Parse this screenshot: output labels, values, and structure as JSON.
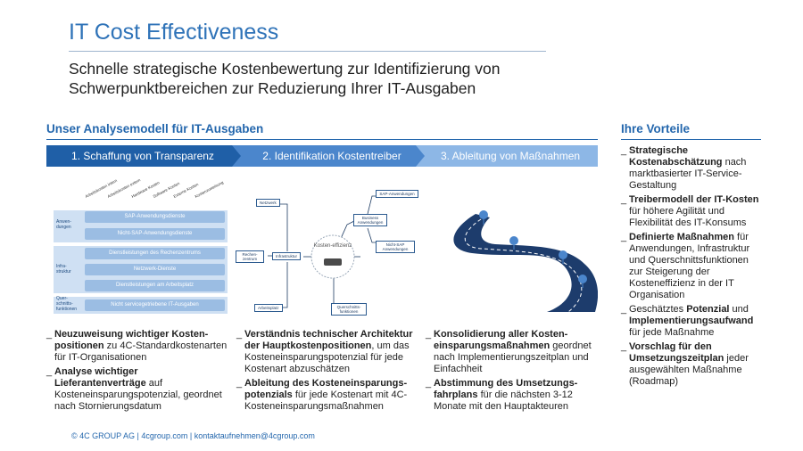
{
  "title": "IT Cost Effectiveness",
  "subtitle_line1": "Schnelle strategische Kostenbewertung zur Identifizierung von",
  "subtitle_line2": "Schwerpunktbereichen zur Reduzierung Ihrer IT-Ausgaben",
  "model_heading": "Unser Analysemodell für IT-Ausgaben",
  "benefits_heading": "Ihre Vorteile",
  "steps": [
    "1. Schaffung von Transparenz",
    "2. Identifikation Kostentreiber",
    "3. Ableitung von Maßnahmen"
  ],
  "colors": {
    "accent": "#2467ad",
    "step1": "#1f5fa7",
    "step2": "#4b86cc",
    "step3": "#8db7e6"
  },
  "diagram1": {
    "categories": [
      "Arbeitskosten intern",
      "Arbeitskosten extern",
      "Hardware Kosten",
      "Software Kosten",
      "Externe Kosten",
      "Kostenzuweisung"
    ],
    "groups": [
      "Anwen-dungen",
      "Infra-struktur",
      "Quer-schnitts-funktionen"
    ],
    "bars": [
      "SAP-Anwendungsdienste",
      "Nicht-SAP-Anwendungsdienste",
      "Dienstleistungen des Rechenzentrums",
      "Netzwerk-Dienste",
      "Dienstleistungen am Arbeitsplatz",
      "Nicht servicegetriebene IT-Ausgaben"
    ]
  },
  "diagram2": {
    "center": "Kosten-effizienz",
    "nodes": [
      "Netzwerk",
      "Rechen-zentrum",
      "Infrastruktur",
      "Arbeitsplatz",
      "Business Anwendungen",
      "SAP-Anwendungen",
      "Nicht-SAP Anwendungen",
      "Querschnitts-funktionen"
    ]
  },
  "col1": [
    {
      "bold": "Neuzuweisung wichtiger Kosten-positionen",
      "rest": " zu 4C-Standardkostenarten für IT-Organisationen"
    },
    {
      "bold": "Analyse wichtiger Lieferantenverträge",
      "rest": " auf Kosteneinsparungspotenzial, geordnet nach Stornierungsdatum"
    }
  ],
  "col2": [
    {
      "bold": "Verständnis technischer Architektur der Hauptkostenpositionen",
      "rest": ", um das Kosteneinsparungspotenzial für jede Kostenart abzuschätzen"
    },
    {
      "bold": "Ableitung des Kosteneinsparungs-potenzials",
      "rest": " für jede Kostenart mit 4C-Kosteneinsparungsmaßnahmen"
    }
  ],
  "col3": [
    {
      "bold": "Konsolidierung aller Kosten-einsparungsmaßnahmen",
      "rest": " geordnet nach Implementierungszeitplan und Einfachheit"
    },
    {
      "bold": "Abstimmung des Umsetzungs-fahrplans",
      "rest": " für die nächsten 3-12 Monate mit den Hauptakteuren"
    }
  ],
  "benefits": [
    {
      "pre": "",
      "bold": "Strategische Kostenabschätzung",
      "rest": " nach marktbasierter IT-Service-Gestaltung"
    },
    {
      "pre": "",
      "bold": "Treibermodell der IT-Kosten",
      "rest": " für höhere Agilität und Flexibilität des IT-Konsums"
    },
    {
      "pre": "",
      "bold": "Definierte Maßnahmen",
      "rest": " für Anwendungen, Infrastruktur und Querschnittsfunktionen zur Steigerung der Kosteneffizienz in der IT Organisation"
    },
    {
      "pre": "Geschätztes ",
      "bold": "Potenzial",
      "rest": " und "
    },
    {
      "pre": "",
      "bold": "Vorschlag für den Umsetzungszeitplan",
      "rest": " jeder ausgewählten Maßnahme (Roadmap)"
    }
  ],
  "benefit4_extra_bold": "Implementierungsaufwand",
  "benefit4_extra_rest": " für jede Maßnahme",
  "footer": "© 4C GROUP AG  |  4cgroup.com  |  kontaktaufnehmen@4cgroup.com"
}
